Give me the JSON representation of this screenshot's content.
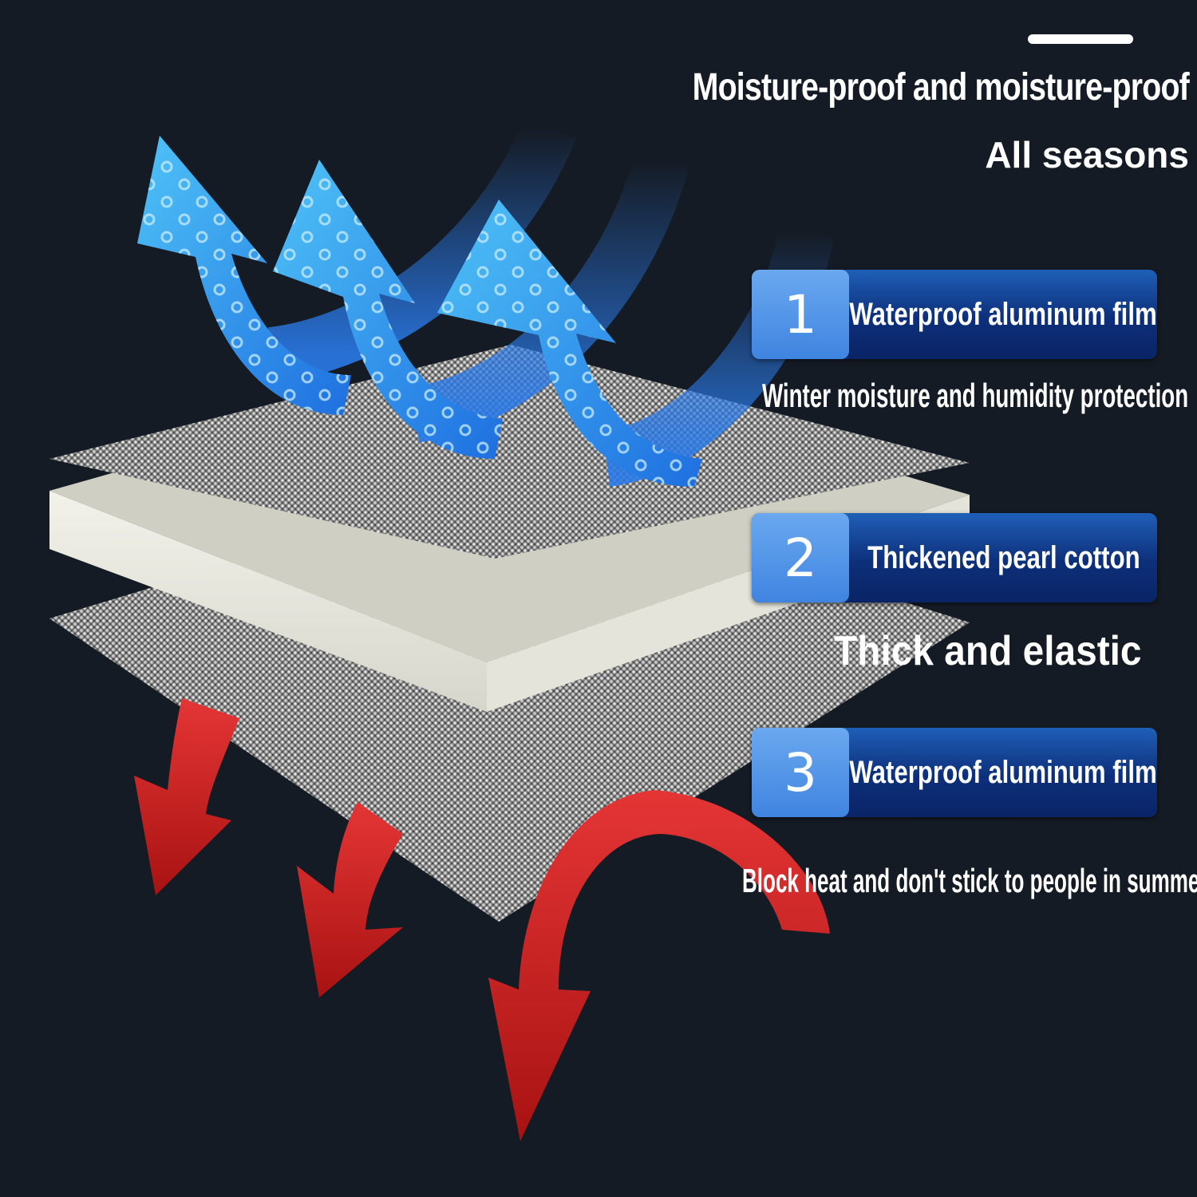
{
  "headline": {
    "line1": "Moisture-proof and moisture-proof",
    "line2": "All seasons"
  },
  "layers": [
    {
      "number": "1",
      "label": "Waterproof aluminum film",
      "caption": "Winter moisture and humidity protection"
    },
    {
      "number": "2",
      "label": "Thickened pearl cotton",
      "caption": "Thick and elastic"
    },
    {
      "number": "3",
      "label": "Waterproof aluminum film",
      "caption": "Block heat and don't stick to people in summer"
    }
  ],
  "colors": {
    "background": "#151b24",
    "moisture_arrow": "#2f9ff0",
    "heat_arrow": "#c81e1e",
    "foil": "#b9b9b9",
    "pearl_cotton": "#dedfd5",
    "badge": "#4a8fe6",
    "label_box": "#0d2f7a"
  },
  "icons": {
    "moisture_arrows": "up-arrow-icon",
    "heat_arrows": "down-arrow-icon"
  }
}
